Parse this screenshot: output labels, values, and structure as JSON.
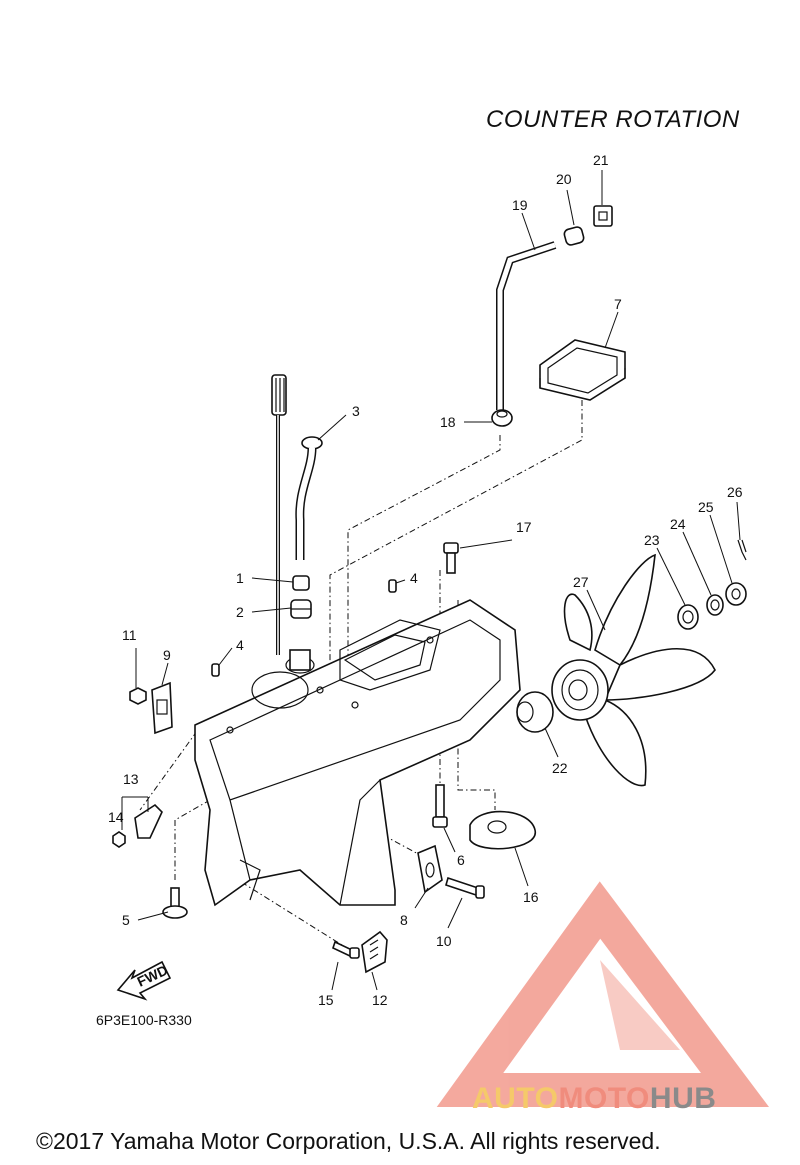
{
  "title": "COUNTER  ROTATION",
  "diagram_code": "6P3E100-R330",
  "copyright": "©2017 Yamaha Motor Corporation, U.S.A. All rights reserved.",
  "fwd_label": "FWD",
  "watermark": {
    "part1": "AUTO",
    "part2": "MOTO",
    "part3": "HUB",
    "colors": {
      "auto": "#f5c96a",
      "moto": "#f08c7d",
      "hub": "#8a8a8a",
      "logo": "#f08c7d"
    }
  },
  "callouts": {
    "c1": "1",
    "c2": "2",
    "c3": "3",
    "c4a": "4",
    "c4b": "4",
    "c5": "5",
    "c6": "6",
    "c7": "7",
    "c8": "8",
    "c9": "9",
    "c10": "10",
    "c11": "11",
    "c12": "12",
    "c13": "13",
    "c14": "14",
    "c15": "15",
    "c16": "16",
    "c17": "17",
    "c18": "18",
    "c19": "19",
    "c20": "20",
    "c21": "21",
    "c22": "22",
    "c23": "23",
    "c24": "24",
    "c25": "25",
    "c26": "26",
    "c27": "27"
  }
}
